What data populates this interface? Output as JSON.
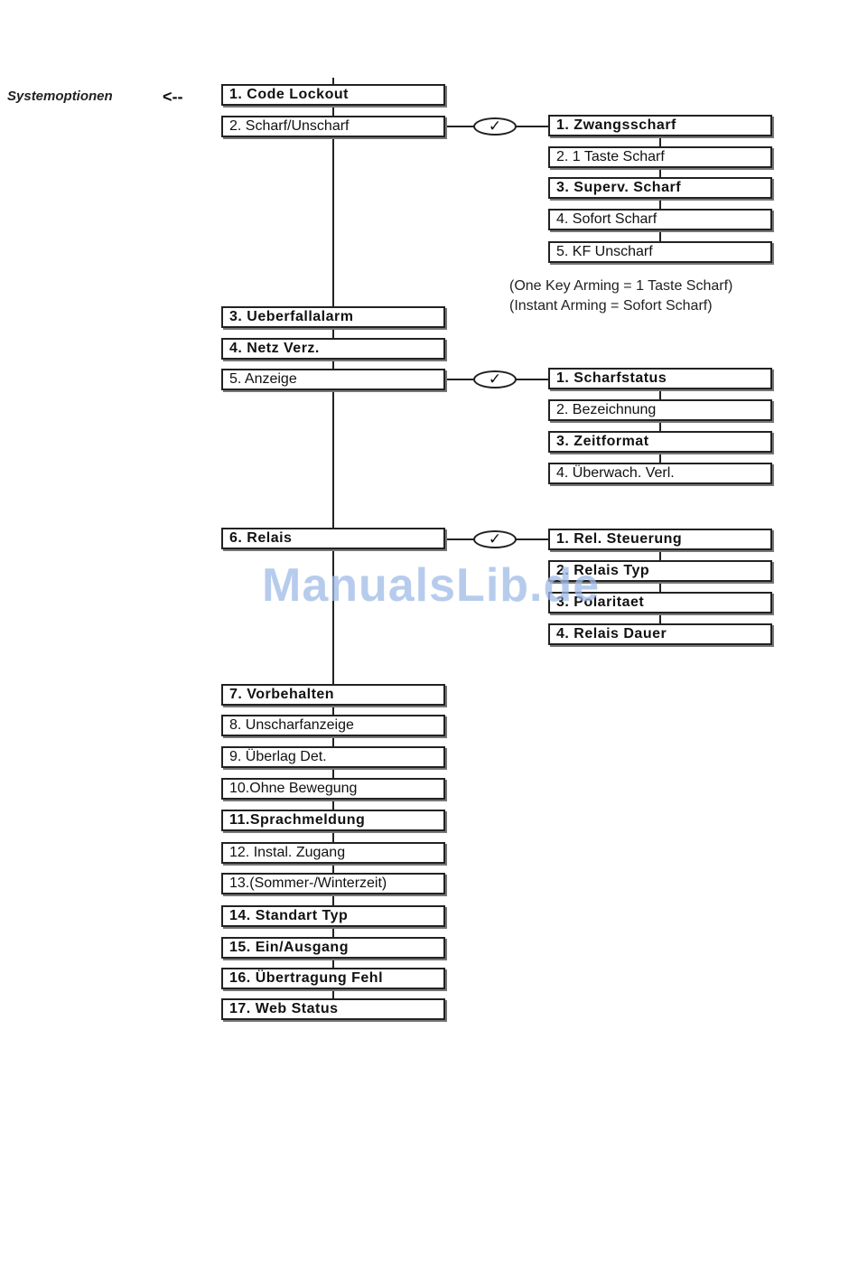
{
  "side_label": "Systemoptionen",
  "side_arrow": "<--",
  "watermark": "ManualsLib.de",
  "main_items": [
    "1. Code Lockout",
    "2. Scharf/Unscharf",
    "3. Ueberfallalarm",
    "4. Netz Verz.",
    "5. Anzeige",
    "6. Relais",
    "7. Vorbehalten",
    "8. Unscharfanzeige",
    "9. Überlag Det.",
    "10.Ohne Bewegung",
    "11.Sprachmeldung",
    "12. Instal. Zugang",
    "13.(Sommer-/Winterzeit)",
    "14. Standart Typ",
    "15. Ein/Ausgang",
    "16. Übertragung Fehl",
    "17. Web Status"
  ],
  "group_scharf": {
    "items": [
      "1. Zwangsscharf",
      "2. 1 Taste Scharf",
      "3. Superv. Scharf",
      "4. Sofort Scharf",
      "5. KF Unscharf"
    ],
    "notes": [
      "(One Key Arming = 1 Taste Scharf)",
      "(Instant Arming = Sofort Scharf)"
    ]
  },
  "group_anzeige": {
    "items": [
      "1. Scharfstatus",
      "2. Bezeichnung",
      "3. Zeitformat",
      "4. Überwach. Verl."
    ]
  },
  "group_relais": {
    "items": [
      "1. Rel. Steuerung",
      "2. Relais Typ",
      "3. Polaritaet",
      "4. Relais Dauer"
    ]
  },
  "check_symbol": "✓"
}
